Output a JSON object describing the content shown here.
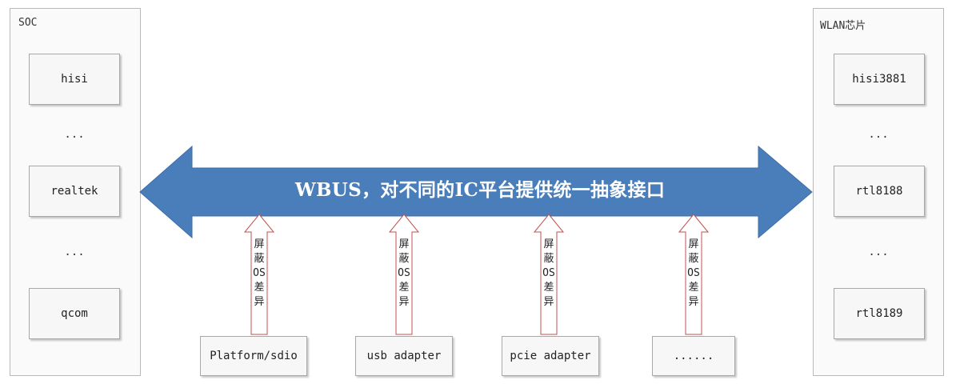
{
  "soc": {
    "title": "SOC",
    "items": [
      "hisi",
      "...",
      "realtek",
      "...",
      "qcom"
    ]
  },
  "wlan": {
    "title": "WLAN芯片",
    "items": [
      "hisi3881",
      "...",
      "rtl8188",
      "...",
      "rtl8189"
    ]
  },
  "bus": {
    "label": "WBUS，对不同的IC平台提供统一抽象接口",
    "color": "#4a7ebb"
  },
  "adapters": [
    {
      "arrow_label": "屏蔽OS差异",
      "label": "Platform/sdio"
    },
    {
      "arrow_label": "屏蔽OS差异",
      "label": "usb adapter"
    },
    {
      "arrow_label": "屏蔽OS差异",
      "label": "pcie adapter"
    },
    {
      "arrow_label": "屏蔽OS差异",
      "label": "......"
    }
  ],
  "colors": {
    "arrow_outline": "#c0504d",
    "box_border": "#a8a8a8"
  }
}
